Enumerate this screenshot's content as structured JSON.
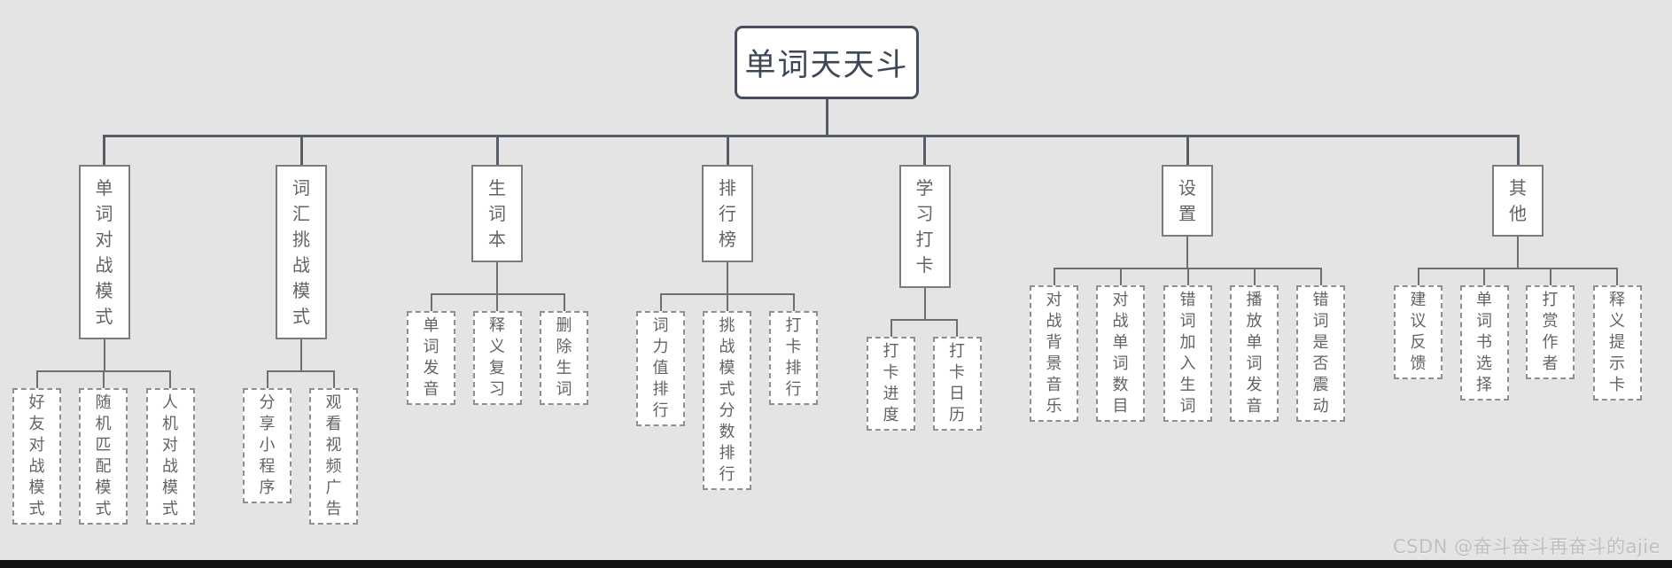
{
  "root": {
    "label": "单词天天斗"
  },
  "branches": [
    {
      "label": "单词对战模式",
      "children": [
        "好友对战模式",
        "随机匹配模式",
        "人机对战模式"
      ]
    },
    {
      "label": "词汇挑战模式",
      "children": [
        "分享小程序",
        "观看视频广告"
      ]
    },
    {
      "label": "生词本",
      "children": [
        "单词发音",
        "释义复习",
        "删除生词"
      ]
    },
    {
      "label": "排行榜",
      "children": [
        "词力值排行",
        "挑战模式分数排行",
        "打卡排行"
      ]
    },
    {
      "label": "学习打卡",
      "children": [
        "打卡进度",
        "打卡日历"
      ]
    },
    {
      "label": "设置",
      "children": [
        "对战背景音乐",
        "对战单词数目",
        "错词加入生词",
        "播放单词发音",
        "错词是否震动"
      ]
    },
    {
      "label": "其他",
      "children": [
        "建议反馈",
        "单词书选择",
        "打赏作者",
        "释义提示卡"
      ]
    }
  ],
  "watermark": "CSDN @奋斗奋斗再奋斗的ajie",
  "colors": {
    "background": "#e5e4e4",
    "node_background": "#ffffff",
    "root_border": "#454e5e",
    "root_text": "#3d4757",
    "level2_border": "#7b7b7b",
    "level3_border": "#8f8f8f",
    "node_text": "#636363",
    "connector_main": "#575d67",
    "connector_branch": "#6f6f6f",
    "watermark_text": "#bfbfbf",
    "bottom_bar": "#141111"
  }
}
